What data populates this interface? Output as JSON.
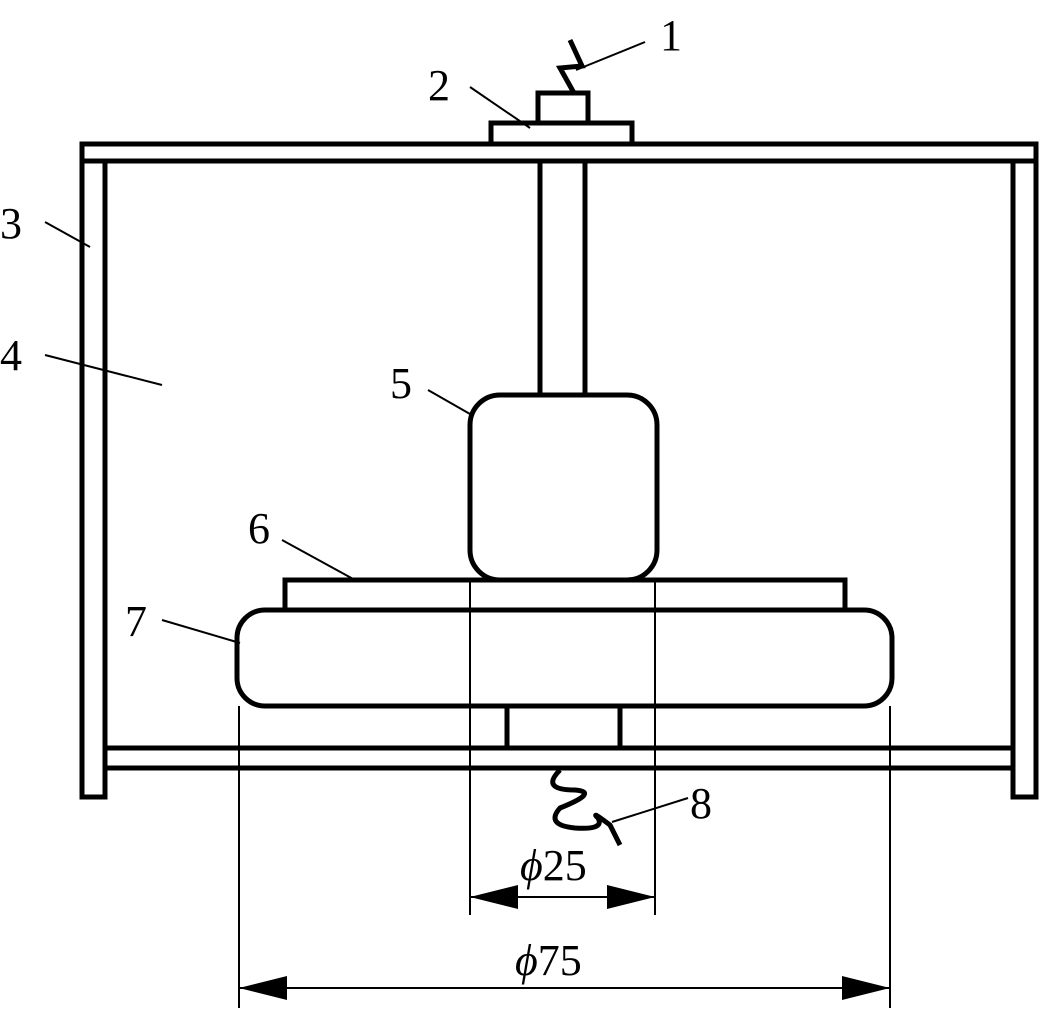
{
  "labels": [
    "1",
    "2",
    "3",
    "4",
    "5",
    "6",
    "7",
    "8"
  ],
  "dimensions": {
    "inner": {
      "symbol": "ϕ",
      "value": "25"
    },
    "outer": {
      "symbol": "ϕ",
      "value": "75"
    }
  }
}
